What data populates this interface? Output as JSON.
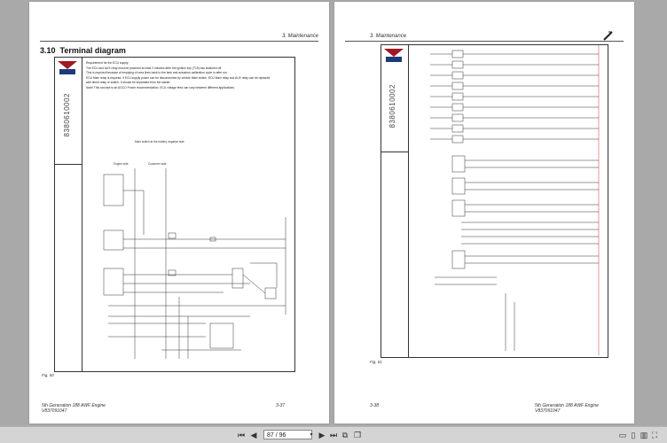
{
  "left_page": {
    "header_right": "3. Maintenance",
    "section_number": "3.10",
    "section_title": "Terminal diagram",
    "doc_code": "8380610002",
    "notes": {
      "line1": "Requirement for the ECU supply:",
      "line2": "The ECU and AUX relay must be powered at least 2 minutes after the ignition key (T15) has switched off.",
      "line3": "This is required because of emptying of urea lines back to the tank and actuators calibration cycle in after run.",
      "line4": "ECU Main relay is required, if ECU supply power can be disconnected by vehicle Main switch. ECU Main relay and AUX relay can be replaced with timed relay or switch. It should be separated from the starter.",
      "line5": "Note! This concept is an AGCO Power recommendation. ECU voltage feed can vary between different applications."
    },
    "main_switch_label": "Main switch at the battery negative side",
    "engine_side_label": "Engine side",
    "customer_side_label": "Customer side",
    "fig_label": "Fig. 50",
    "footer_left": "5th Generation 188 AWF Engine",
    "footer_left2": "V837091047",
    "footer_right": "3-37"
  },
  "right_page": {
    "header_left": "3. Maintenance",
    "doc_code": "8380610002",
    "fig_label": "Fig. 51",
    "footer_left": "3-38",
    "footer_right": "5th Generation 188 AWF Engine",
    "footer_right2": "V837091047"
  },
  "toolbar": {
    "page_value": "87 / 96",
    "zoom_label": "",
    "icons": [
      "first-page-icon",
      "prev-page-icon",
      "next-page-icon",
      "last-page-icon",
      "dropdown-icon",
      "copy-icon",
      "pages-icon",
      "fit-page-icon",
      "fit-width-icon",
      "single-page-icon",
      "expand-icon",
      "fullscreen-icon"
    ]
  }
}
